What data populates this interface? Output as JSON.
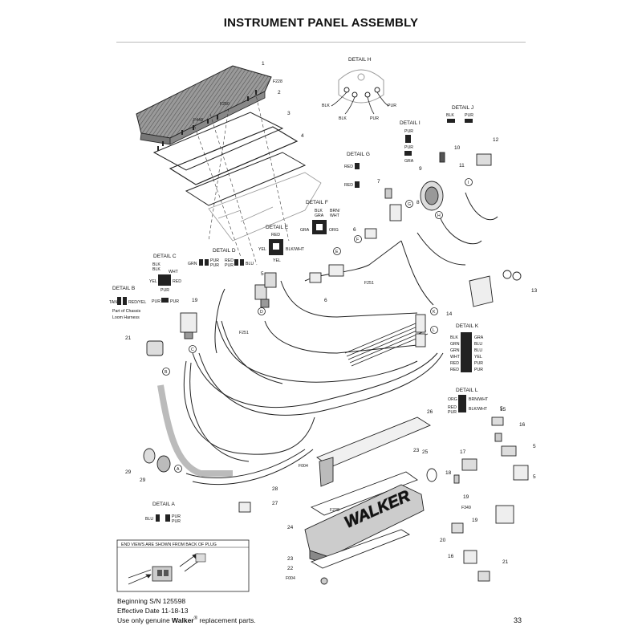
{
  "title": "INSTRUMENT PANEL ASSEMBLY",
  "footer": {
    "line1": "Beginning S/N 125598",
    "line2": "Effective Date 11-18-13",
    "line3_pre": "Use only genuine ",
    "line3_brand": "Walker",
    "line3_reg": "®",
    "line3_post": " replacement parts.",
    "page": "33"
  },
  "colors": {
    "line": "#222222",
    "fill_dark": "#555555",
    "fill_light": "#e8e8e8",
    "rule": "#bbbbbb"
  },
  "callouts": [
    "1",
    "2",
    "3",
    "4",
    "5",
    "5",
    "5",
    "5",
    "6",
    "6",
    "7",
    "8",
    "9",
    "10",
    "11",
    "12",
    "13",
    "14",
    "15",
    "16",
    "16",
    "17",
    "18",
    "19",
    "19",
    "19",
    "20",
    "21",
    "21",
    "22",
    "23",
    "23",
    "24",
    "25",
    "26",
    "27",
    "28",
    "29",
    "29"
  ],
  "part_labels": [
    "F228",
    "F250",
    "F448",
    "F251",
    "F251",
    "F004",
    "F004",
    "F238",
    "F349"
  ],
  "brand_text": "WALKER",
  "plug_note": "END VIEWS ARE SHOWN FROM BACK OF PLUG",
  "connectors": [
    "A",
    "B",
    "C",
    "D",
    "E",
    "F",
    "G",
    "H",
    "I",
    "K",
    "L"
  ],
  "details": {
    "h": {
      "title": "DETAIL H",
      "wires": [
        "BLK",
        "BLK",
        "PUR",
        "PUR"
      ]
    },
    "j": {
      "title": "DETAIL J",
      "wires": [
        "BLK",
        "PUR"
      ]
    },
    "i": {
      "title": "DETAIL I",
      "wires": [
        "PUR",
        "PUR",
        "GRA"
      ]
    },
    "g": {
      "title": "DETAIL G",
      "wires": [
        "RED",
        "RED"
      ]
    },
    "f": {
      "title": "DETAIL F",
      "wires": [
        "BLK",
        "GRA",
        "BRN/",
        "WHT",
        "GRA",
        "ORG"
      ]
    },
    "e": {
      "title": "DETAIL E",
      "wires": [
        "RED",
        "YEL",
        "BLK/WHT",
        "YEL"
      ]
    },
    "d": {
      "title": "DETAIL D",
      "wires": [
        "GRN",
        "PUR",
        "PUR",
        "RED",
        "PUR",
        "BLU"
      ]
    },
    "c": {
      "title": "DETAIL C",
      "wires": [
        "BLK",
        "BLK",
        "WHT",
        "YEL",
        "RED",
        "PUR",
        "PUR",
        "PUR"
      ]
    },
    "b": {
      "title": "DETAIL B",
      "wires": [
        "TAN",
        "RED/YEL"
      ],
      "note1": "Part of Chassis",
      "note2": "Loom Harness"
    },
    "k": {
      "title": "DETAIL K",
      "left": [
        "BLK",
        "GRN",
        "GRN",
        "WHT",
        "RED",
        "RED"
      ],
      "right": [
        "GRA",
        "BLU",
        "BLU",
        "YEL",
        "PUR",
        "PUR"
      ]
    },
    "l": {
      "title": "DETAIL L",
      "wires": [
        "ORG",
        "BRN/WHT",
        "RED",
        "PUR",
        "BLK/WHT"
      ]
    },
    "a": {
      "title": "DETAIL A",
      "wires": [
        "BLU",
        "PUR",
        "PUR"
      ]
    }
  }
}
